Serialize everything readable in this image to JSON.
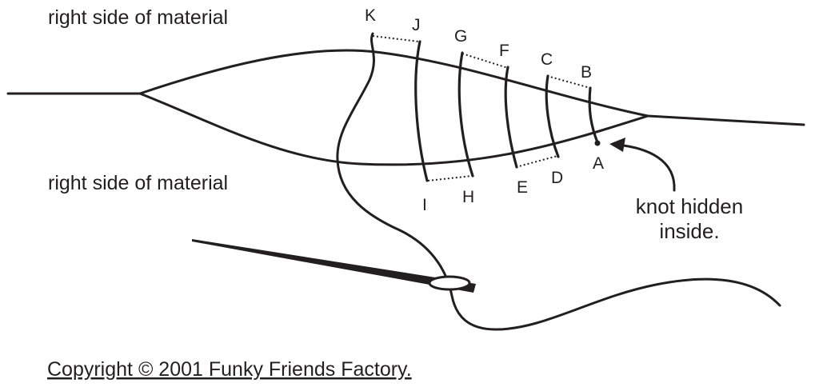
{
  "labels": {
    "top_side": "right side of material",
    "bottom_side": "right side of material",
    "annotation_line1": "knot hidden",
    "annotation_line2": "inside.",
    "copyright": "Copyright © 2001 Funky Friends Factory."
  },
  "points": {
    "A": "A",
    "B": "B",
    "C": "C",
    "D": "D",
    "E": "E",
    "F": "F",
    "G": "G",
    "H": "H",
    "I": "I",
    "J": "J",
    "K": "K"
  }
}
